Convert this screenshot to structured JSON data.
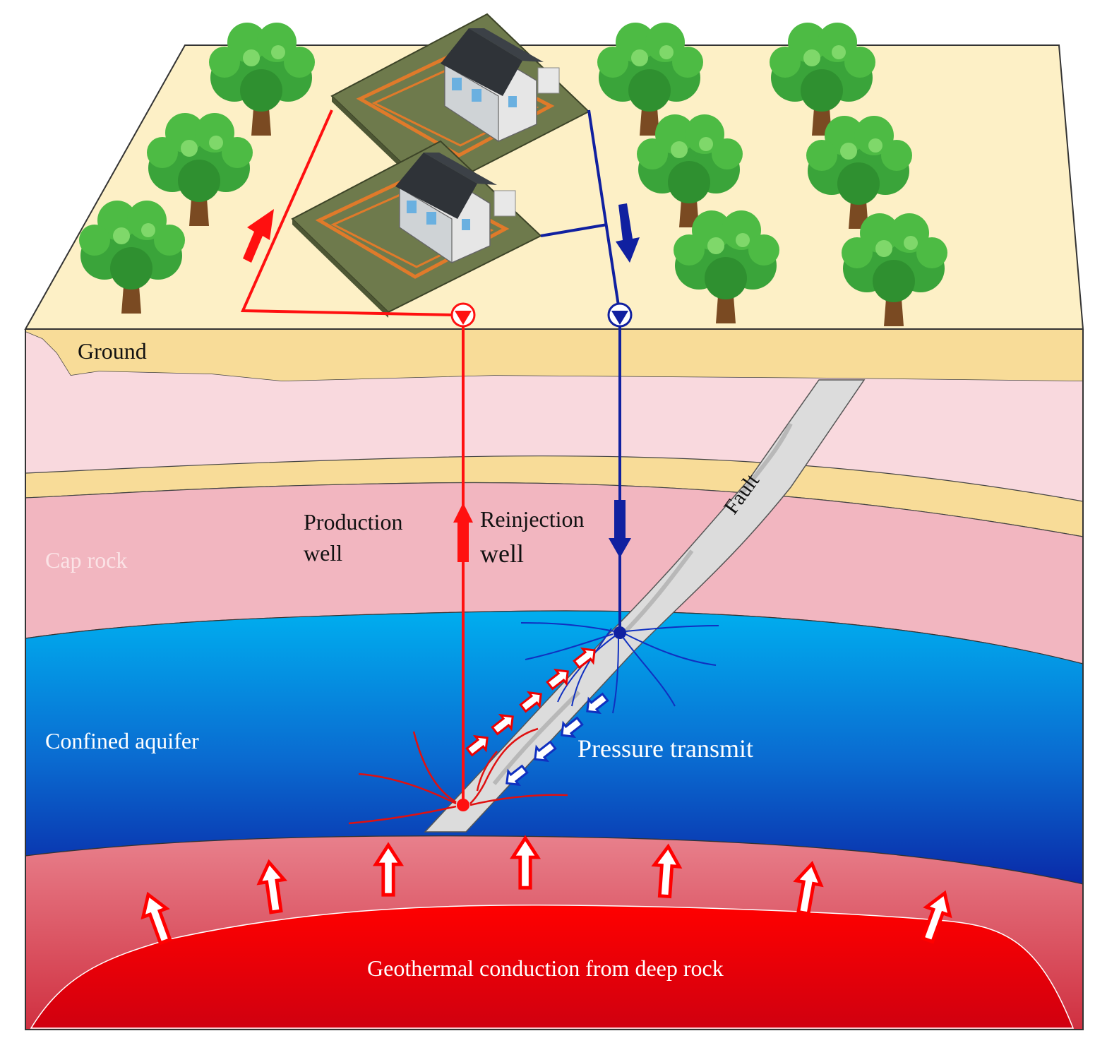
{
  "labels": {
    "ground": "Ground",
    "cap_rock": "Cap rock",
    "production_well_line1": "Production",
    "production_well_line2": "well",
    "reinjection_well_line1": "Reinjection",
    "reinjection_well_line2": "well",
    "fault": "Fault",
    "confined_aquifer": "Confined aquifer",
    "pressure_transmit": "Pressure transmit",
    "geothermal_conduction": "Geothermal conduction from deep rock"
  },
  "colors": {
    "surface": "#fdf0c6",
    "ground_layer": "#f8dc98",
    "pink_layer": "#f9d9de",
    "sand_band": "#f8dc98",
    "cap_rock": "#f2b6c0",
    "aquifer_top": "#00aeef",
    "aquifer_bottom": "#0a2aa8",
    "hot_rock": "#e06070",
    "deep_rock": "#ff0000",
    "production_line": "#ff1010",
    "reinjection_line": "#1020a0",
    "fault": "#d8d8d8",
    "tree_leaf": "#3aa43a",
    "tree_trunk": "#7a4a22"
  },
  "icons": [
    "tree-icon",
    "house-icon",
    "pump-down-icon",
    "arrow-up-icon",
    "arrow-down-icon"
  ]
}
